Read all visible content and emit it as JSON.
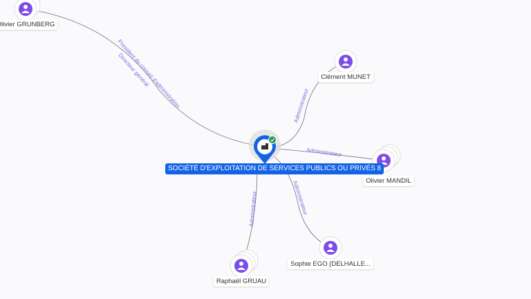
{
  "center": {
    "name": "SOCIÉTÉ D'EXPLOITATION DE SERVICES PUBLICS OU PRIVÉS 8",
    "icon": "building-icon",
    "badge": "verified-check-icon",
    "color": "#1463e6"
  },
  "people": [
    {
      "name": "Olivier GRUNBERG",
      "icon": "person-icon"
    },
    {
      "name": "Clément MUNET",
      "icon": "person-icon"
    },
    {
      "name": "Olivier MANDIL",
      "icon": "person-icon"
    },
    {
      "name": "Sophie EGO (DELHALLE...",
      "icon": "person-icon"
    },
    {
      "name": "Raphaël GRUAU",
      "icon": "person-icon"
    }
  ],
  "edges": [
    {
      "from": "Olivier GRUNBERG",
      "labels": [
        "President du conseil d'administration",
        "Directeur général"
      ]
    },
    {
      "from": "Clément MUNET",
      "labels": [
        "Administrateur"
      ]
    },
    {
      "from": "Olivier MANDIL",
      "labels": [
        "Administrateur"
      ]
    },
    {
      "from": "Sophie EGO (DELHALLE...",
      "labels": [
        "Administrateur"
      ]
    },
    {
      "from": "Raphaël GRUAU",
      "labels": [
        "Administrateur"
      ]
    }
  ],
  "colors": {
    "person": "#7c4dea",
    "edge_label": "#7b6fe0",
    "edge": "#6b6f80"
  }
}
